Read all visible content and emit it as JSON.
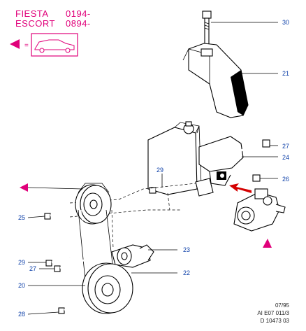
{
  "header": {
    "model1": "FIESTA",
    "date1": "0194-",
    "model2": "ESCORT",
    "date2": "0894-"
  },
  "callouts": [
    {
      "id": "c30",
      "label": "30"
    },
    {
      "id": "c21",
      "label": "21"
    },
    {
      "id": "c27a",
      "label": "27"
    },
    {
      "id": "c24",
      "label": "24"
    },
    {
      "id": "c29a",
      "label": "29"
    },
    {
      "id": "c26",
      "label": "26"
    },
    {
      "id": "c25",
      "label": "25"
    },
    {
      "id": "c23",
      "label": "23"
    },
    {
      "id": "c29b",
      "label": "29"
    },
    {
      "id": "c27b",
      "label": "27"
    },
    {
      "id": "c22",
      "label": "22"
    },
    {
      "id": "c20",
      "label": "20"
    },
    {
      "id": "c28",
      "label": "28"
    }
  ],
  "footer": {
    "line1": "07/95",
    "line2": "AI E07 011/3",
    "line3": "D 10473 03"
  },
  "colors": {
    "accent": "#e0007a",
    "callout": "#0b3ea8"
  }
}
